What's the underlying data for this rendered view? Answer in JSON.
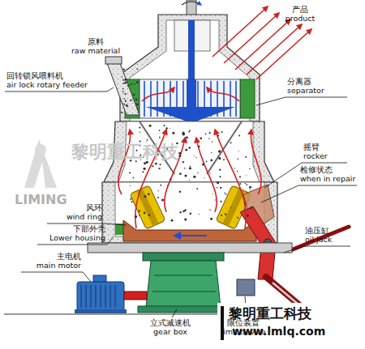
{
  "diagram": {
    "labels": [
      "产品",
      "product",
      "原料",
      "raw material",
      "回转锁风喂料机",
      "air lock rotary feeder",
      "分离器",
      "separator",
      "摇臂",
      "rocker",
      "检修状态",
      "when in repair",
      "风环",
      "wind ring",
      "下部外壳",
      "Lower housing",
      "油压缸",
      "oil jack",
      "主电机",
      "main motor",
      "立式减速机",
      "gear box",
      "限位装置",
      "limit device",
      "LIMING",
      "黎明重工科技",
      "黎明重工科技",
      "www.lmlq.com"
    ]
  }
}
